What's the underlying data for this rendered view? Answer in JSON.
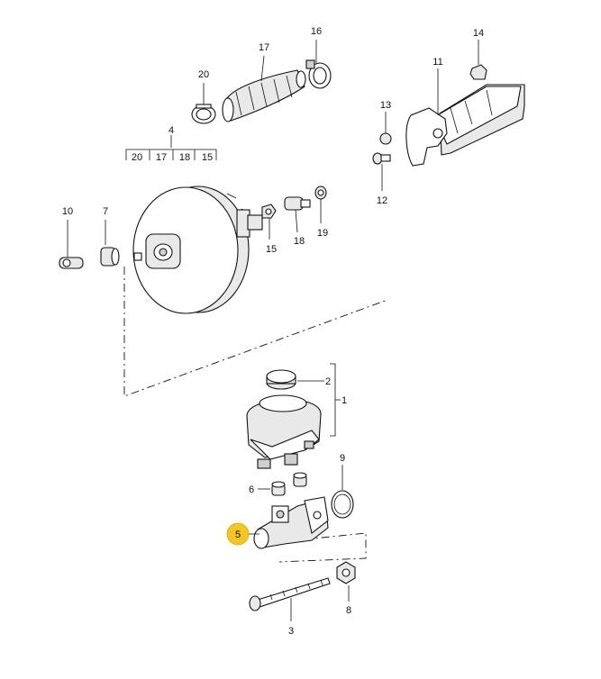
{
  "labels": {
    "p1": "1",
    "p2": "2",
    "p3": "3",
    "p4": "4",
    "p5": "5",
    "p6": "6",
    "p7": "7",
    "p8": "8",
    "p9": "9",
    "p10": "10",
    "p11": "11",
    "p12": "12",
    "p13": "13",
    "p14": "14",
    "p15": "15",
    "p16": "16",
    "p17": "17",
    "p18": "18",
    "p19": "19",
    "p20": "20"
  },
  "group4": [
    "20",
    "17",
    "18",
    "15"
  ],
  "highlight": {
    "part": "5",
    "color": "#f3c623"
  }
}
